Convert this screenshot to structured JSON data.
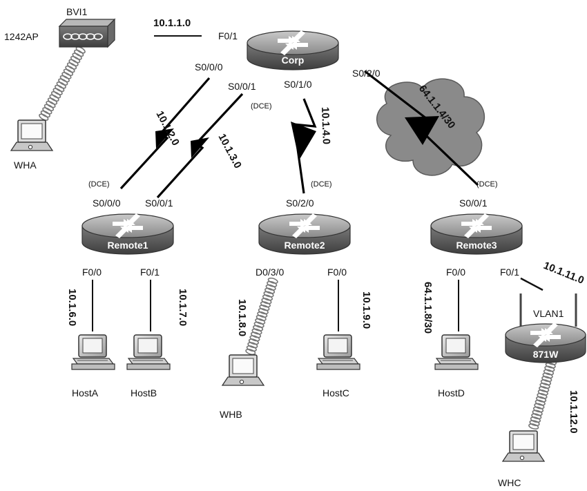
{
  "devices": {
    "corp": "Corp",
    "remote1": "Remote1",
    "remote2": "Remote2",
    "remote3": "Remote3",
    "r871w": "871W",
    "ap": "1242AP",
    "ap_iface": "BVI1",
    "r871w_iface": "VLAN1"
  },
  "hosts": {
    "hosta": "HostA",
    "hostb": "HostB",
    "hostc": "HostC",
    "hostd": "HostD",
    "wha": "WHA",
    "whb": "WHB",
    "whc": "WHC"
  },
  "interfaces": {
    "corp_f01": "F0/1",
    "corp_s000": "S0/0/0",
    "corp_s001": "S0/0/1",
    "corp_s010": "S0/1/0",
    "corp_s020": "S0/2/0",
    "r1_s000": "S0/0/0",
    "r1_s001": "S0/0/1",
    "r1_f00": "F0/0",
    "r1_f01": "F0/1",
    "r2_s020": "S0/2/0",
    "r2_d030": "D0/3/0",
    "r2_f00": "F0/0",
    "r3_s001": "S0/0/1",
    "r3_f00": "F0/0",
    "r3_f01": "F0/1",
    "dce_corp": "(DCE)",
    "dce_r1": "(DCE)",
    "dce_r2": "(DCE)",
    "dce_r3": "(DCE)"
  },
  "networks": {
    "ap_corp": "10.1.1.0",
    "corp_r1_a": "10.1.2.0",
    "corp_r1_b": "10.1.3.0",
    "corp_r2": "10.1.4.0",
    "corp_r3": "64.1.1.4/30",
    "r1_hosta": "10.1.6.0",
    "r1_hostb": "10.1.7.0",
    "r2_whb": "10.1.8.0",
    "r2_hostc": "10.1.9.0",
    "r3_hostd": "64.1.1.8/30",
    "r3_871w": "10.1.11.0",
    "r871w_whc": "10.1.12.0"
  }
}
